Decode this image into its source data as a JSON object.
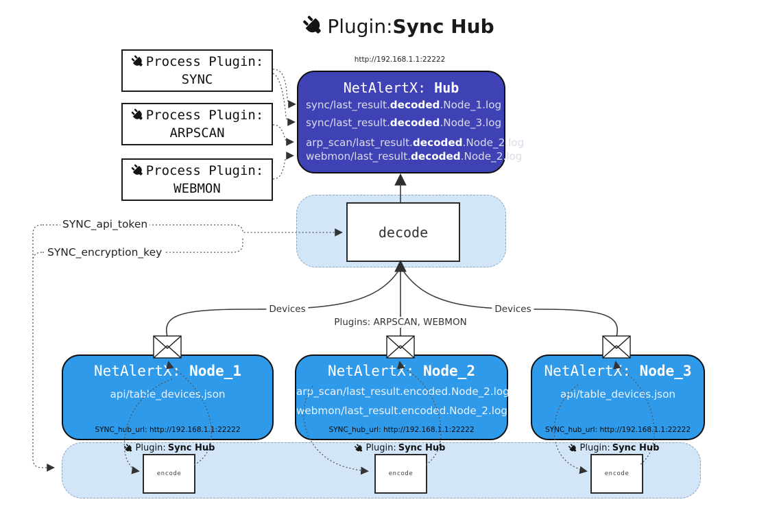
{
  "colors": {
    "hub-fill": "#3e42b4",
    "node-fill": "#2f9ae9",
    "container-fill": "#d3e6f8",
    "container-border": "#87a4c2"
  },
  "title": {
    "prefix": "Plugin: ",
    "bold": "Sync Hub"
  },
  "process_plugins": [
    {
      "label": "Process Plugin:",
      "name": "SYNC"
    },
    {
      "label": "Process Plugin:",
      "name": "ARPSCAN"
    },
    {
      "label": "Process Plugin:",
      "name": "WEBMON"
    }
  ],
  "hub": {
    "url_label": "http://192.168.1.1:22222",
    "title_prefix": "NetAlertX: ",
    "title_bold": "Hub",
    "logs": [
      {
        "pre": "sync/last_result.",
        "bold": "decoded",
        "post": ".Node_1.log"
      },
      {
        "pre": "sync/last_result.",
        "bold": "decoded",
        "post": ".Node_3.log"
      },
      {
        "pre": "arp_scan/last_result.",
        "bold": "decoded",
        "post": ".Node_2.log"
      },
      {
        "pre": "webmon/last_result.",
        "bold": "decoded",
        "post": ".Node_2.log"
      }
    ]
  },
  "decode_box": {
    "label": "decode"
  },
  "tokens": {
    "api_token": "SYNC_api_token",
    "encryption_key": "SYNC_encryption_key"
  },
  "edge_labels": {
    "devices_left": "Devices",
    "devices_right": "Devices",
    "plugins_center": "Plugins: ARPSCAN, WEBMON"
  },
  "nodes": [
    {
      "title_prefix": "NetAlertX: ",
      "title_bold": "Node_1",
      "lines": [
        "api/table_devices.json"
      ],
      "hub_url": "SYNC_hub_url: http://192.168.1.1:22222"
    },
    {
      "title_prefix": "NetAlertX: ",
      "title_bold": "Node_2",
      "lines": [
        "arp_scan/last_result.encoded.Node_2.log",
        "webmon/last_result.encoded.Node_2.log"
      ],
      "hub_url": "SYNC_hub_url: http://192.168.1.1:22222"
    },
    {
      "title_prefix": "NetAlertX: ",
      "title_bold": "Node_3",
      "lines": [
        "api/table_devices.json"
      ],
      "hub_url": "SYNC_hub_url: http://192.168.1.1:22222"
    }
  ],
  "sync_plugin_labels": [
    {
      "prefix": "Plugin: ",
      "bold": "Sync Hub",
      "encode": "encode"
    },
    {
      "prefix": "Plugin: ",
      "bold": "Sync Hub",
      "encode": "encode"
    },
    {
      "prefix": "Plugin: ",
      "bold": "Sync Hub",
      "encode": "encode"
    }
  ],
  "icons": {
    "plug": "plug-icon",
    "message": "envelope-icon"
  }
}
